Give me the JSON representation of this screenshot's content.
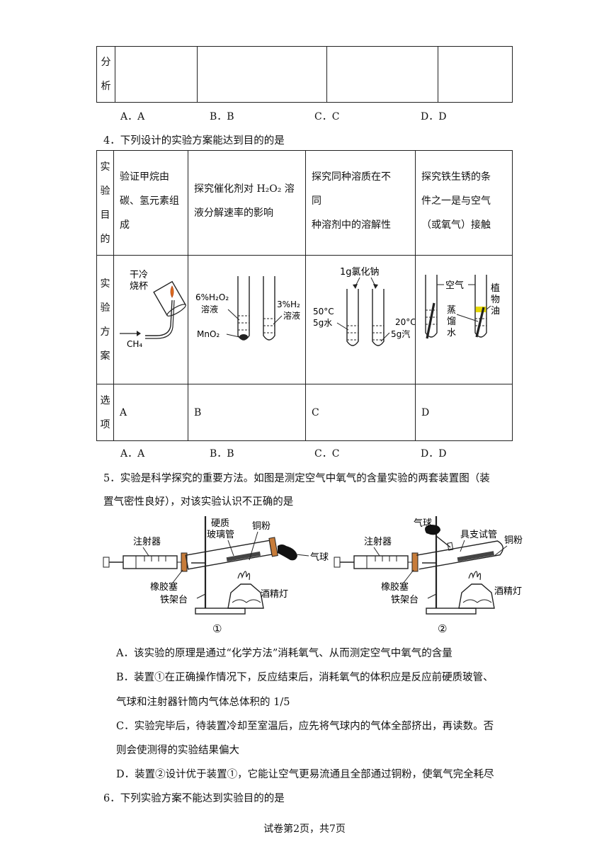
{
  "q3_table": {
    "row_header_chars": [
      "分",
      "析"
    ]
  },
  "q3_options": [
    "A．A",
    "B．B",
    "C．C",
    "D．D"
  ],
  "q4": {
    "stem": "4．下列设计的实验方案能达到目的的是",
    "row_headers": {
      "purpose": [
        "实",
        "验",
        "目",
        "的"
      ],
      "plan": [
        "实",
        "验",
        "方",
        "案"
      ],
      "choice": [
        "选",
        "项"
      ]
    },
    "purposes": [
      [
        "验证甲烷由",
        "碳、氢元素组",
        "成"
      ],
      [
        "探究催化剂对 H₂O₂ 溶",
        "液分解速率的影响"
      ],
      [
        "探究同种溶质在不",
        "同",
        "种溶剂中的溶解性"
      ],
      [
        "探究铁生锈的条",
        "件之一是与空气",
        "（或氧气）接触"
      ]
    ],
    "diagram_labels": {
      "a": [
        "干冷",
        "烧杯",
        "CH₄"
      ],
      "b": [
        "6%H₂O₂",
        "溶液",
        "3%H₂",
        "溶液",
        "MnO₂"
      ],
      "c": [
        "1g氯化钠",
        "50°C",
        "5g水",
        "20°C",
        "5g汽"
      ],
      "d": [
        "空气",
        "植",
        "物",
        "油",
        "蒸",
        "馏",
        "水"
      ]
    },
    "choices": [
      "A",
      "B",
      "C",
      "D"
    ],
    "options": [
      "A．A",
      "B．B",
      "C．C",
      "D．D"
    ]
  },
  "q5": {
    "stem_lines": [
      "5．实验是科学探究的重要方法。如图是测定空气中氧气的含量实验的两套装置图（装",
      "置气密性良好），对该实验认识不正确的是"
    ],
    "figure_labels": {
      "one": [
        "硬质",
        "玻璃管",
        "铜粉",
        "注射器",
        "气球",
        "橡胶塞",
        "铁架台",
        "酒精灯",
        "①"
      ],
      "two": [
        "气球",
        "具支试管",
        "铜粉",
        "注射器",
        "橡胶塞",
        "铁架台",
        "酒精灯",
        "②"
      ]
    },
    "options": [
      [
        "A．该实验的原理是通过“化学方法”消耗氧气、从而测定空气中氧气的含量"
      ],
      [
        "B．装置①在正确操作情况下，反应结束后，消耗氧气的体积应是反应前硬质玻管、",
        "气球和注射器针筒内气体总体积的 1/5"
      ],
      [
        "C．实验完毕后，待装置冷却至室温后，应先将气球内的气体全部挤出，再读数。否",
        "则会使测得的实验结果偏大"
      ],
      [
        "D．装置②设计优于装置①，它能让空气更易流通且全部通过铜粉，使氧气完全耗尽"
      ]
    ]
  },
  "q6": {
    "stem": "6．下列实验方案不能达到实验目的的是"
  },
  "footer": "试卷第2页，共7页"
}
